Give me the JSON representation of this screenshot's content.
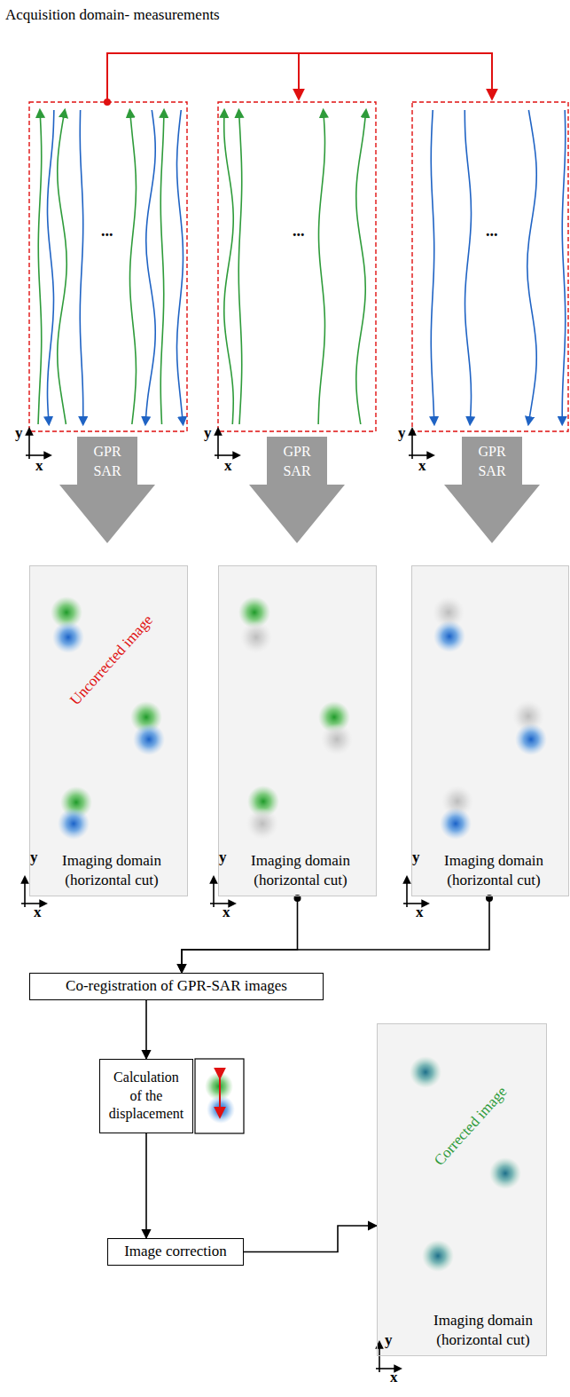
{
  "diagram": {
    "title": "Acquisition domain- measurements",
    "nodes": [
      {
        "text": [
          "GPR SAR"
        ]
      },
      {
        "text": [
          "GPR SAR"
        ]
      },
      {
        "text": [
          "GPR SAR"
        ]
      },
      {
        "text": [
          "Uncorrected image",
          "Imaging domain (horizontal cut)"
        ]
      },
      {
        "text": [
          "Imaging domain (horizontal cut)"
        ]
      },
      {
        "text": [
          "Imaging domain (horizontal cut)"
        ]
      },
      {
        "text": [
          "Co-registration of GPR-SAR images"
        ]
      },
      {
        "text": [
          "Calculation of the displacement"
        ]
      },
      {
        "text": [
          "Image correction"
        ]
      },
      {
        "text": [
          "Corrected image",
          "Imaging domain (horizontal cut)"
        ]
      }
    ],
    "edges": [
      {
        "from": 4,
        "to": 6,
        "arrow": "to"
      },
      {
        "from": 5,
        "to": 6,
        "arrow": "to"
      },
      {
        "from": 6,
        "to": 7,
        "arrow": "to"
      },
      {
        "from": 7,
        "to": 8,
        "arrow": "to"
      },
      {
        "from": 8,
        "to": 9,
        "arrow": "to"
      }
    ],
    "labels": [
      "...",
      "...",
      "...",
      "y",
      "x",
      "y",
      "x",
      "y",
      "x",
      "y",
      "x",
      "y",
      "x",
      "y",
      "x",
      "y",
      "x"
    ]
  }
}
